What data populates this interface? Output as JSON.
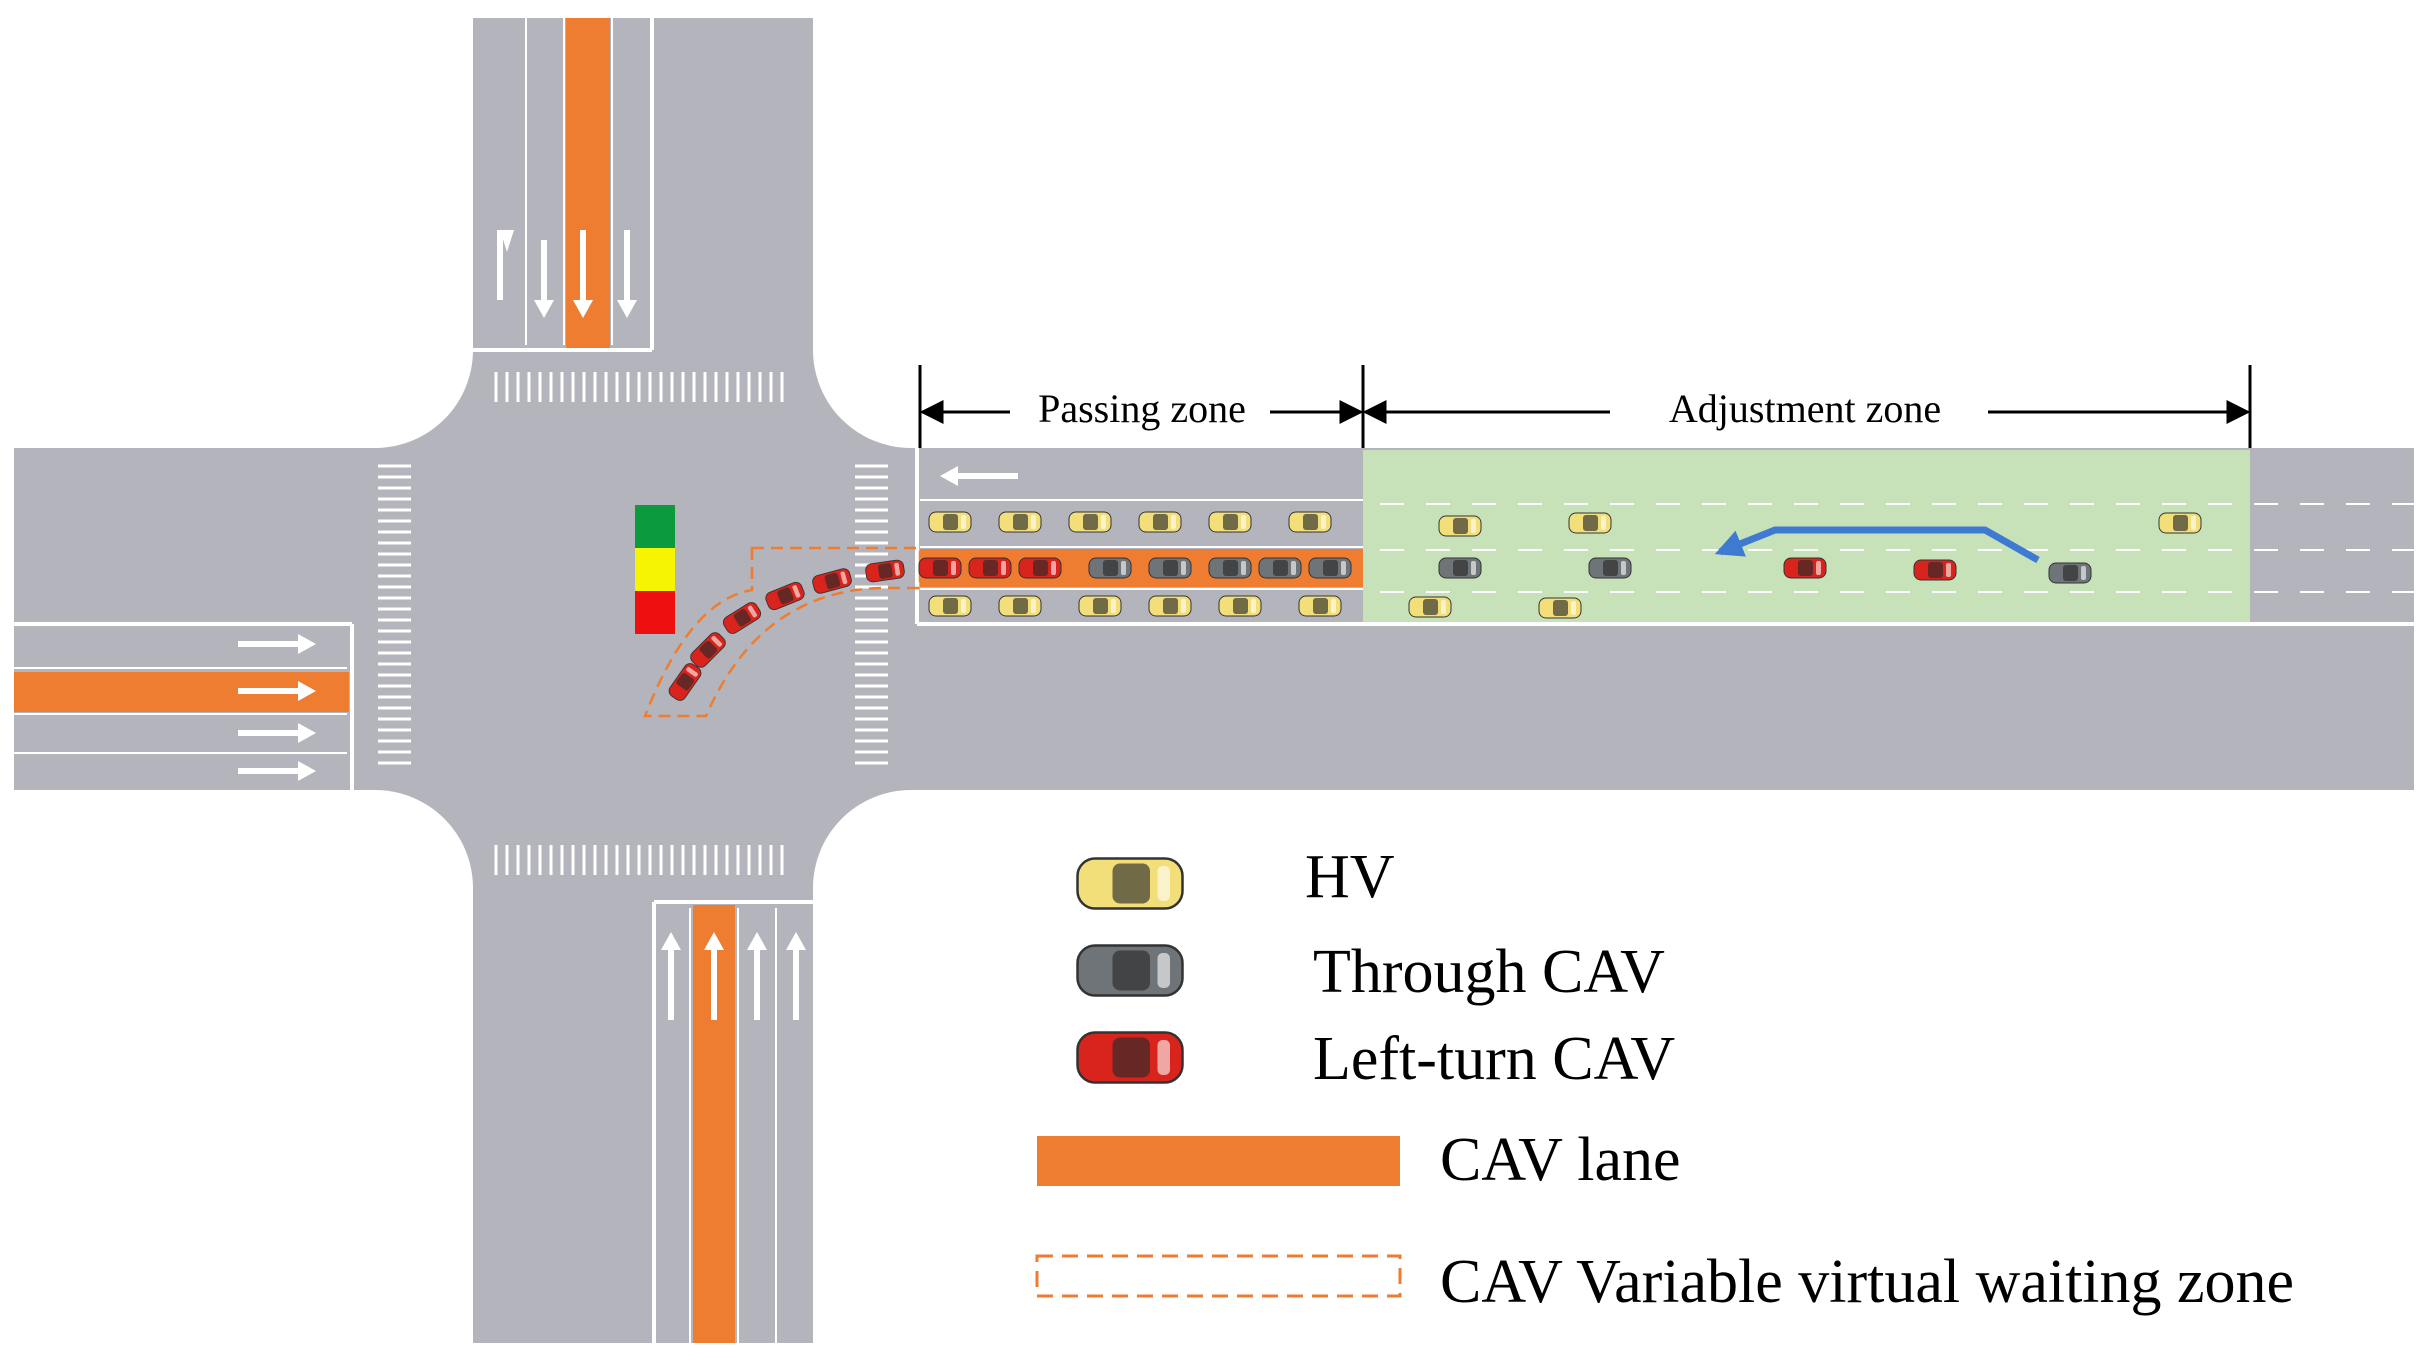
{
  "zones": {
    "passing": "Passing zone",
    "adjustment": "Adjustment zone"
  },
  "legend": {
    "hv": "HV",
    "through_cav": "Through CAV",
    "left_turn_cav": "Left-turn CAV",
    "cav_lane": "CAV lane",
    "waiting_zone": "CAV Variable virtual waiting zone"
  },
  "signal": [
    "green",
    "yellow",
    "red"
  ],
  "colors": {
    "road": "#b4b5bc",
    "cav_lane": "#ee7d32",
    "adjustment_zone": "#c7e2b9",
    "hv": "#f3df7a",
    "through_cav": "#6e7478",
    "left_turn_cav": "#d8241c",
    "trajectory": "#3f7ad2",
    "signal_green": "#0c9a3e",
    "signal_yellow": "#f6f400",
    "signal_red": "#ee1010"
  }
}
